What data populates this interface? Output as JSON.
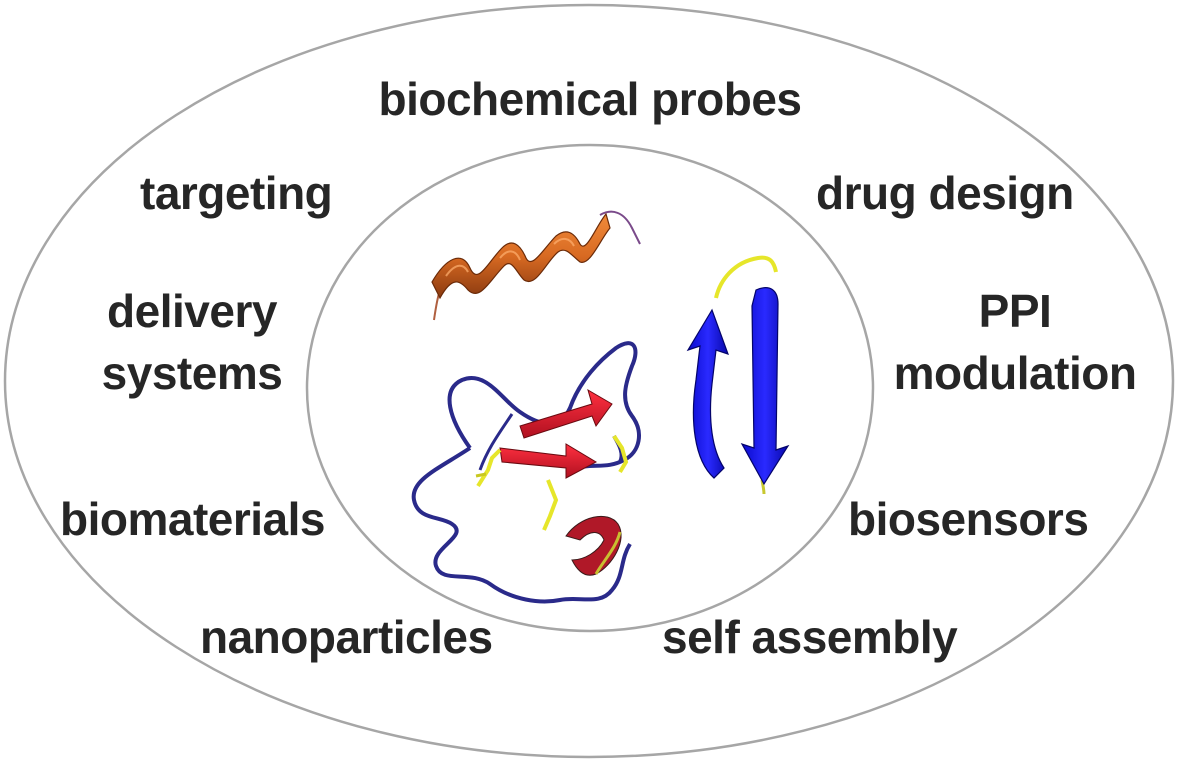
{
  "diagram": {
    "outer_labels": {
      "top": "biochemical probes",
      "upper_left": "targeting",
      "upper_right": "drug design",
      "left_line1": "delivery",
      "left_line2": "systems",
      "right_line1": "PPI",
      "right_line2": "modulation",
      "lower_left": "biomaterials",
      "lower_right": "biosensors",
      "bottom_left": "nanoparticles",
      "bottom_right": "self assembly"
    },
    "colors": {
      "text": "#262626",
      "ellipse_stroke": "#a6a6a6",
      "helix": "#d86a22",
      "beta_hairpin": "#1010e6",
      "strand": "#d81a2a",
      "coil": "#2a2a8a",
      "disulfide": "#e6e62a"
    },
    "icons": [
      "alpha-helix-icon",
      "peptide-fold-icon",
      "beta-hairpin-icon"
    ]
  }
}
